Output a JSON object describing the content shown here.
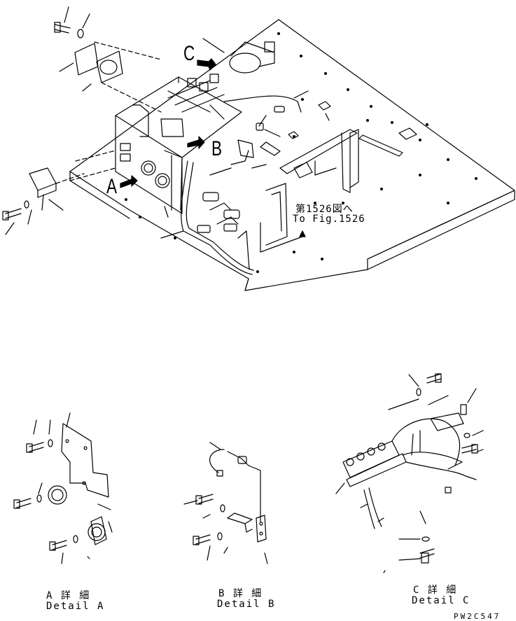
{
  "callouts": {
    "c": "C",
    "b": "B",
    "a": "A"
  },
  "reference": {
    "jp": "第1526図へ",
    "en": "To Fig.1526"
  },
  "details": [
    {
      "jp": "A 詳 細",
      "en": "Detail A"
    },
    {
      "jp": "B 詳 細",
      "en": "Detail B"
    },
    {
      "jp": "C 詳 細",
      "en": "Detail C"
    }
  ],
  "drawing_id": "PW2C547"
}
